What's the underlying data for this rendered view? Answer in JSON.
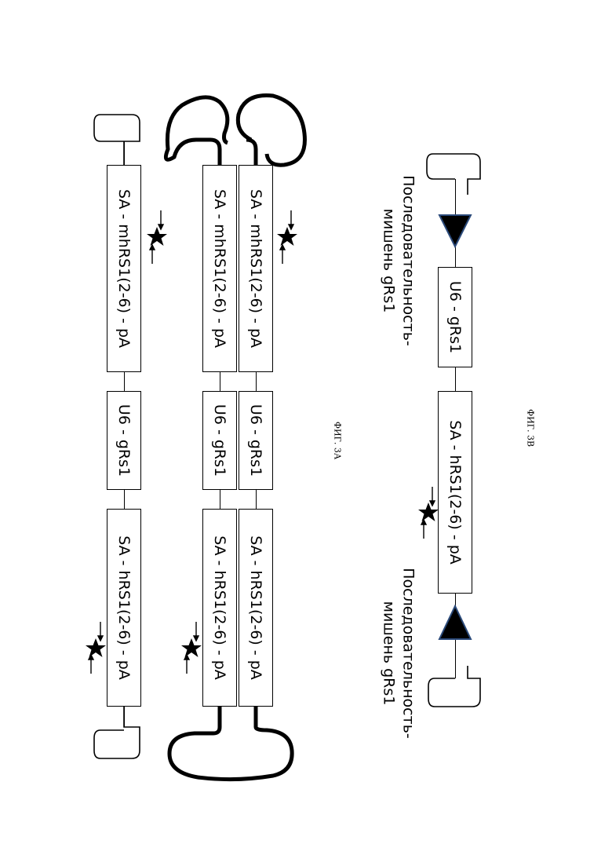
{
  "fig3a": {
    "caption": "ФИГ. 3А",
    "cassette1": "SA - hRS1(2-6) - pA",
    "promoter": "U6 - gRs1",
    "cassette2": "SA - mhRS1(2-6) - pA"
  },
  "fig3b": {
    "caption": "ФИГ. 3В",
    "cassette": "SA - hRS1(2-6) - pA",
    "promoter": "U6 - gRs1",
    "target_left": [
      "Последовательность-",
      "мишень gRs1"
    ],
    "target_right": [
      "Последовательность-",
      "мишень gRs1"
    ]
  },
  "colors": {
    "ink": "#000000",
    "triangle_outline": "#2b4a7a",
    "background": "#ffffff"
  },
  "icons": [
    "star-icon",
    "arrow-icon",
    "triangle-icon",
    "itr-icon",
    "hairpin-icon"
  ]
}
